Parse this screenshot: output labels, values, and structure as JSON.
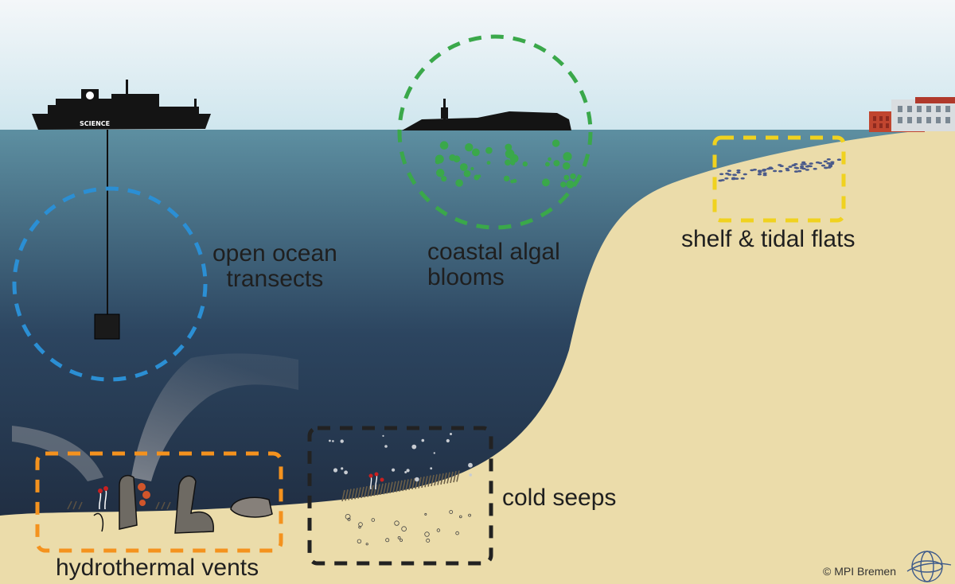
{
  "labels": {
    "open_ocean_line1": "open ocean",
    "open_ocean_line2": "transects",
    "coastal_line1": "coastal algal",
    "coastal_line2": "blooms",
    "shelf": "shelf & tidal flats",
    "cold_seeps": "cold seeps",
    "hydrothermal": "hydrothermal vents"
  },
  "ship_name": "SCIENCE",
  "credit": "© MPI Bremen",
  "colors": {
    "sky_top": "#f4f7f9",
    "sky_bottom": "#cfe6ee",
    "ocean_surface": "#5d8fa1",
    "ocean_deep": "#1c2638",
    "sediment": "#ebdcaa",
    "open_ocean_marker": "#2b8fd4",
    "coastal_marker": "#3aa84a",
    "shelf_marker": "#f0d21f",
    "hydrothermal_marker": "#f4921e",
    "cold_seep_marker": "#222222"
  },
  "icons": {
    "ship": "research-vessel-icon",
    "island": "island-icon",
    "institute": "institute-building-icon",
    "logo": "globe-logo-icon"
  }
}
